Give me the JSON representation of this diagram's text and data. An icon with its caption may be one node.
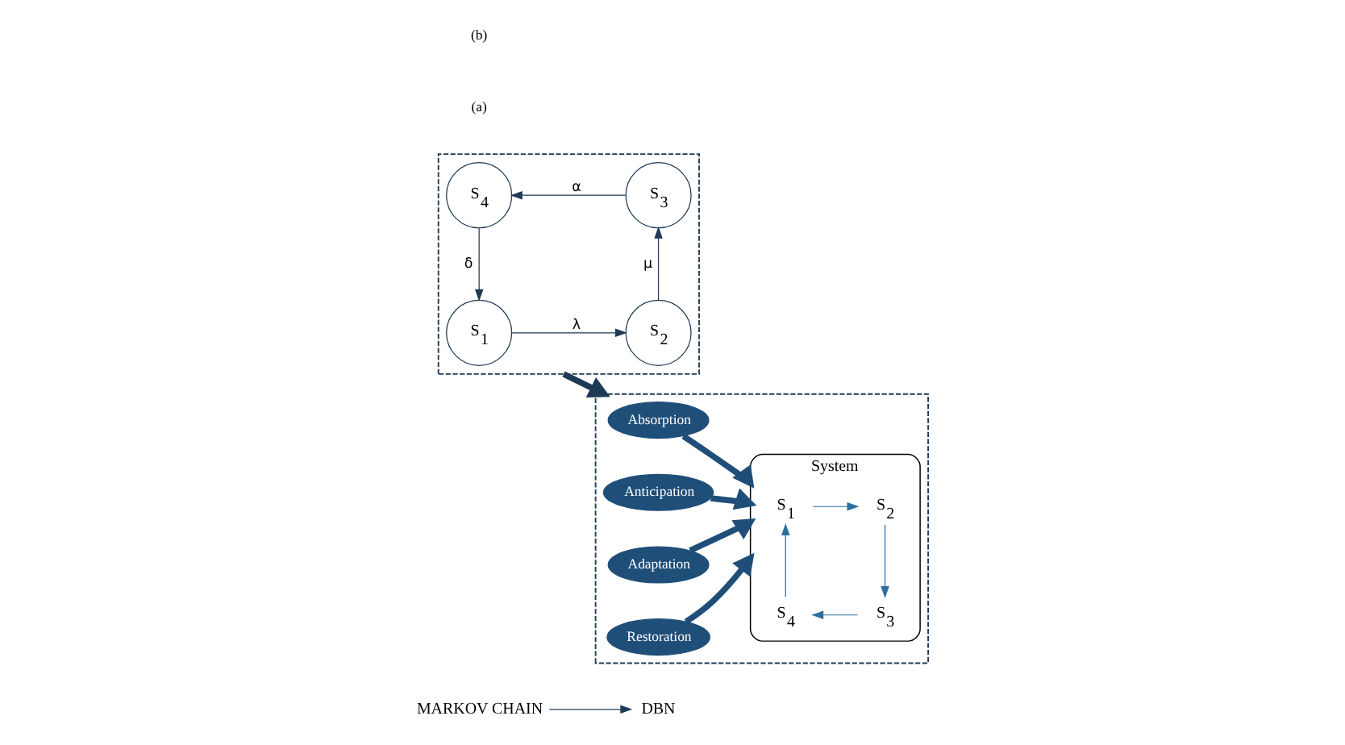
{
  "diagram": {
    "nodes": [
      {
        "text": [
          "MARKOV CHAIN"
        ]
      },
      {
        "text": [
          "DBN"
        ]
      },
      {
        "text": [],
        "shape": "box"
      },
      {
        "text": [
          "S$_{1}$"
        ],
        "in": 2
      },
      {
        "text": [
          "S$_{2}$"
        ],
        "in": 2
      },
      {
        "text": [
          "S$_{4}$"
        ],
        "in": 2
      },
      {
        "text": [
          "S$_{3}$"
        ],
        "in": 2
      },
      {
        "text": [],
        "shape": "box"
      },
      {
        "text": [
          "Absorption"
        ],
        "in": 7
      },
      {
        "text": [
          "Anticipation"
        ],
        "in": 7
      },
      {
        "text": [
          "System"
        ],
        "in": 7
      },
      {
        "text": [
          "S$_{1}$"
        ],
        "in": 10
      },
      {
        "text": [
          "S$_{4}$"
        ],
        "in": 10
      },
      {
        "text": [
          "S$_{2}$"
        ],
        "in": 10
      },
      {
        "text": [
          "S$_{3}$"
        ],
        "in": 10
      },
      {
        "text": [
          "Adaptation"
        ],
        "in": 7
      },
      {
        "text": [
          "Restoration"
        ],
        "in": 7
      }
    ],
    "edges": [
      {
        "from": 0,
        "to": 1,
        "arrow": "to"
      },
      {
        "from": 3,
        "to": 4,
        "arrow": "to",
        "label": "λ"
      },
      {
        "from": 4,
        "to": 6,
        "arrow": "to",
        "label": "μ"
      },
      {
        "from": 6,
        "to": 5,
        "arrow": "to",
        "label": "α"
      },
      {
        "from": 5,
        "to": 3,
        "arrow": "to",
        "label": "δ"
      },
      {
        "from": 2,
        "to": 7,
        "arrow": "to",
        "style": "thick"
      },
      {
        "from": 8,
        "to": 10,
        "arrow": "to",
        "style": "thick",
        "color": "#1f4e79"
      },
      {
        "from": 9,
        "to": 10,
        "arrow": "to",
        "style": "thick",
        "color": "#1f4e79"
      },
      {
        "from": 15,
        "to": 10,
        "arrow": "to",
        "style": "thick",
        "color": "#1f4e79"
      },
      {
        "from": 16,
        "to": 10,
        "arrow": "to",
        "style": "thick",
        "color": "#1f4e79"
      },
      {
        "from": 11,
        "to": 13,
        "arrow": "to",
        "color": "#2a6f9e"
      },
      {
        "from": 13,
        "to": 14,
        "arrow": "to",
        "color": "#2a6f9e"
      },
      {
        "from": 14,
        "to": 12,
        "arrow": "to",
        "color": "#2a6f9e"
      },
      {
        "from": 12,
        "to": 11,
        "arrow": "to",
        "color": "#2a6f9e"
      }
    ],
    "labels": [
      "(a)",
      "(b)"
    ]
  }
}
